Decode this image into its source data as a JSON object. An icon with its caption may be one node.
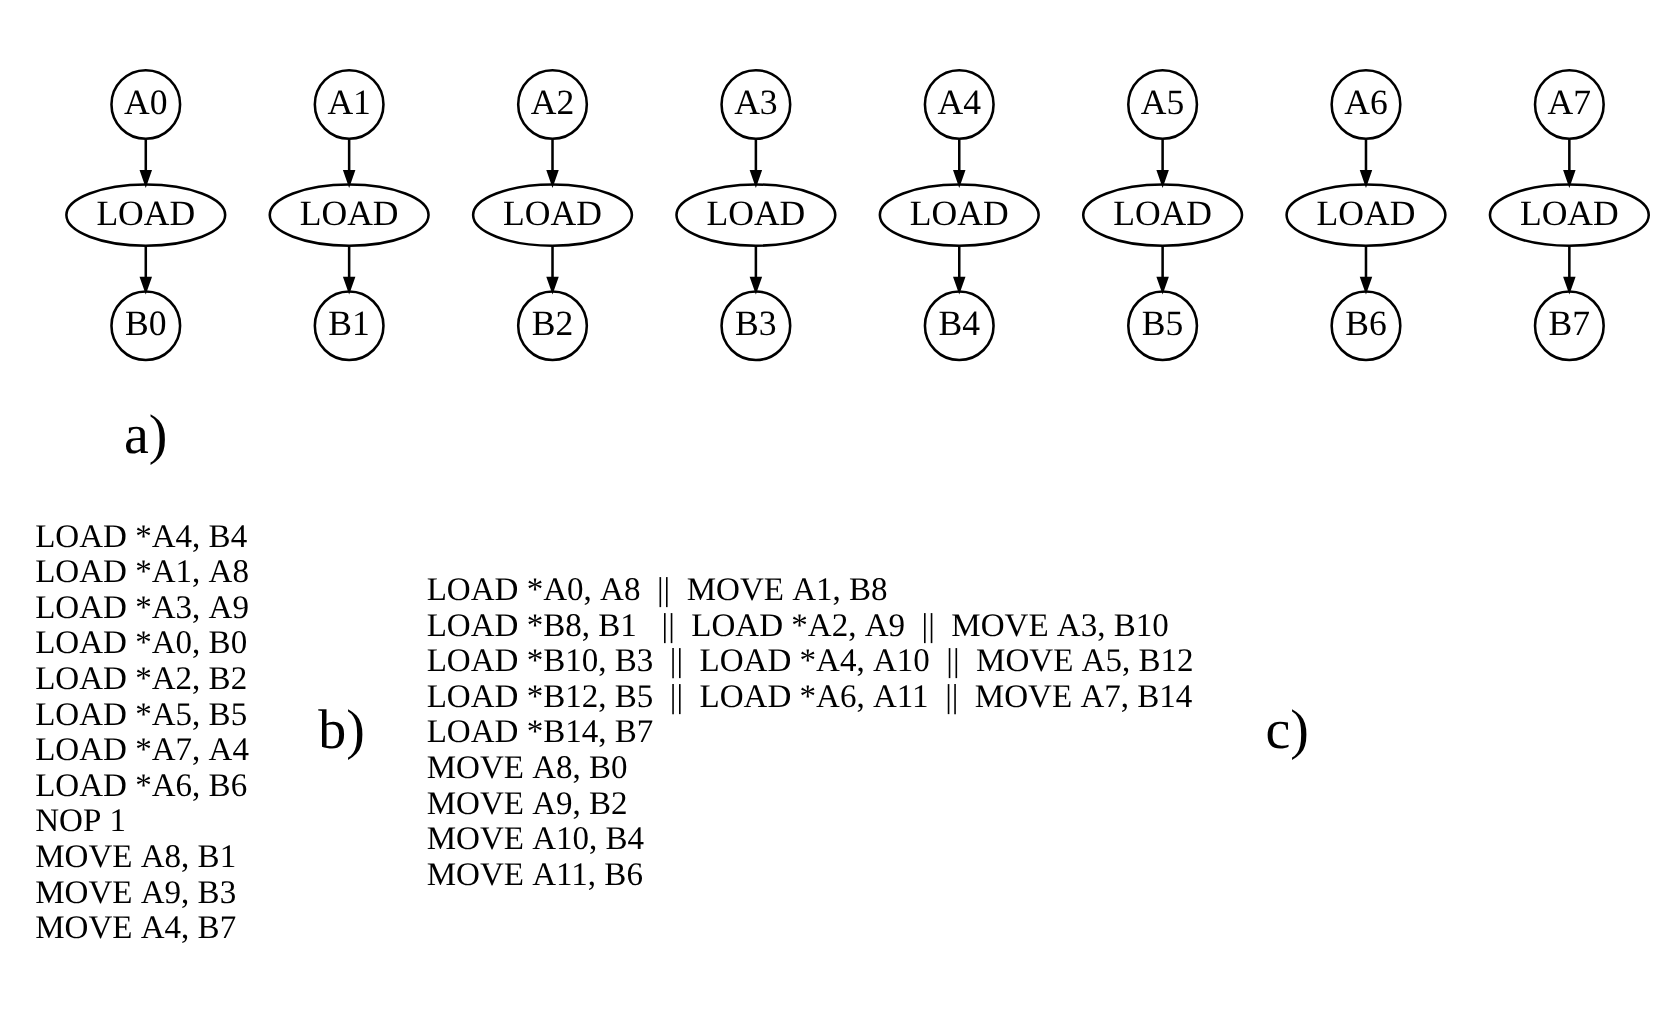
{
  "diagram": {
    "nodes": [
      {
        "text": [
          "A0"
        ]
      },
      {
        "text": [
          "A1"
        ]
      },
      {
        "text": [
          "A2"
        ]
      },
      {
        "text": [
          "A3"
        ]
      },
      {
        "text": [
          "A4"
        ]
      },
      {
        "text": [
          "A5"
        ]
      },
      {
        "text": [
          "A6"
        ]
      },
      {
        "text": [
          "A7"
        ]
      },
      {
        "text": [
          "LOAD"
        ]
      },
      {
        "text": [
          "LOAD"
        ]
      },
      {
        "text": [
          "LOAD"
        ]
      },
      {
        "text": [
          "LOAD"
        ]
      },
      {
        "text": [
          "LOAD"
        ]
      },
      {
        "text": [
          "LOAD"
        ]
      },
      {
        "text": [
          "LOAD"
        ]
      },
      {
        "text": [
          "LOAD"
        ]
      },
      {
        "text": [
          "B0"
        ]
      },
      {
        "text": [
          "B1"
        ]
      },
      {
        "text": [
          "B2"
        ]
      },
      {
        "text": [
          "B3"
        ]
      },
      {
        "text": [
          "B4"
        ]
      },
      {
        "text": [
          "B5"
        ]
      },
      {
        "text": [
          "B6"
        ]
      },
      {
        "text": [
          "B7"
        ]
      }
    ],
    "edges": [
      {
        "from": 0,
        "to": 8,
        "arrow": "to"
      },
      {
        "from": 8,
        "to": 16,
        "arrow": "to"
      },
      {
        "from": 1,
        "to": 9,
        "arrow": "to"
      },
      {
        "from": 9,
        "to": 17,
        "arrow": "to"
      },
      {
        "from": 2,
        "to": 10,
        "arrow": "to"
      },
      {
        "from": 10,
        "to": 18,
        "arrow": "to"
      },
      {
        "from": 3,
        "to": 11,
        "arrow": "to"
      },
      {
        "from": 11,
        "to": 19,
        "arrow": "to"
      },
      {
        "from": 4,
        "to": 12,
        "arrow": "to"
      },
      {
        "from": 12,
        "to": 20,
        "arrow": "to"
      },
      {
        "from": 5,
        "to": 13,
        "arrow": "to"
      },
      {
        "from": 13,
        "to": 21,
        "arrow": "to"
      },
      {
        "from": 6,
        "to": 14,
        "arrow": "to"
      },
      {
        "from": 14,
        "to": 22,
        "arrow": "to"
      },
      {
        "from": 7,
        "to": 15,
        "arrow": "to"
      },
      {
        "from": 15,
        "to": 23,
        "arrow": "to"
      }
    ],
    "labels": [
      "a)",
      "LOAD *A4, B4",
      "LOAD *A1, A8",
      "LOAD *A3, A9",
      "LOAD *A0, B0",
      "LOAD *A2, B2",
      "LOAD *A5, B5",
      "LOAD *A7, A4",
      "LOAD *A6, B6",
      "NOP 1",
      "MOVE A8, B1",
      "MOVE A9, B3",
      "MOVE A4, B7",
      "b)",
      "LOAD *A0, A8  ||  MOVE A1, B8",
      "LOAD *B8, B1   ||  LOAD *A2, A9  ||  MOVE A3, B10",
      "LOAD *B10, B3  ||  LOAD *A4, A10  ||  MOVE A5, B12",
      "LOAD *B12, B5  ||  LOAD *A6, A11  ||  MOVE A7, B14",
      "LOAD *B14, B7",
      "MOVE A8, B0",
      "MOVE A9, B2",
      "MOVE A10, B4",
      "MOVE A11, B6",
      "c)"
    ]
  }
}
